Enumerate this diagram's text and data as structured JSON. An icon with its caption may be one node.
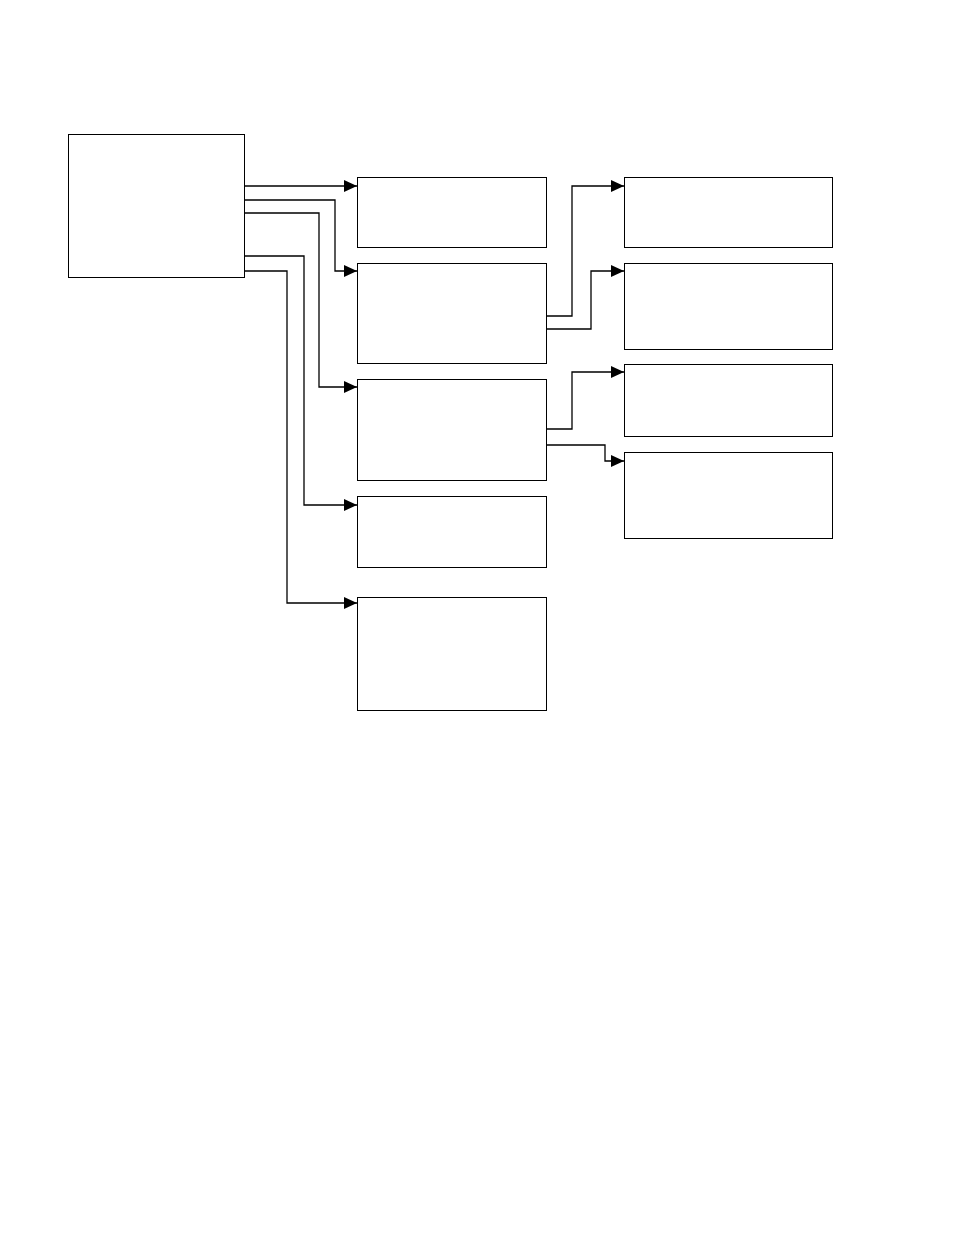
{
  "diagram": {
    "nodes": [
      {
        "text": [],
        "shape": "box"
      },
      {
        "text": [],
        "shape": "box"
      },
      {
        "text": [],
        "shape": "box"
      },
      {
        "text": [],
        "shape": "box"
      },
      {
        "text": [],
        "shape": "box"
      },
      {
        "text": [],
        "shape": "box"
      },
      {
        "text": [],
        "shape": "box"
      },
      {
        "text": [],
        "shape": "box"
      },
      {
        "text": [],
        "shape": "box"
      },
      {
        "text": [],
        "shape": "box"
      }
    ],
    "edges": [
      {
        "from": 0,
        "to": 1,
        "arrow": "to"
      },
      {
        "from": 0,
        "to": 2,
        "arrow": "to"
      },
      {
        "from": 0,
        "to": 3,
        "arrow": "to"
      },
      {
        "from": 0,
        "to": 4,
        "arrow": "to"
      },
      {
        "from": 0,
        "to": 5,
        "arrow": "to"
      },
      {
        "from": 2,
        "to": 6,
        "arrow": "to"
      },
      {
        "from": 2,
        "to": 7,
        "arrow": "to"
      },
      {
        "from": 3,
        "to": 8,
        "arrow": "to"
      },
      {
        "from": 3,
        "to": 9,
        "arrow": "to"
      }
    ]
  }
}
